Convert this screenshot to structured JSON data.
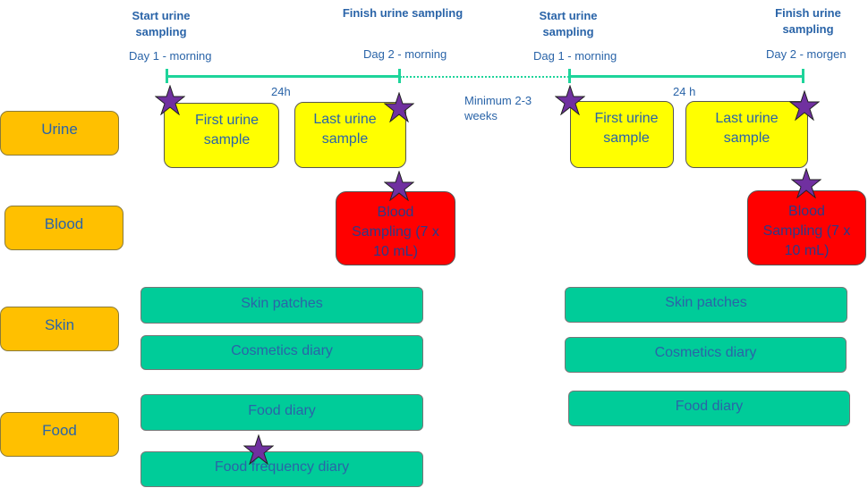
{
  "timeline": {
    "left": {
      "start_heading": "Start urine sampling",
      "start_time": "Day 1 - morning",
      "finish_heading": "Finish urine sampling",
      "finish_time": "Dag 2 - morning",
      "duration": "24h"
    },
    "gap": "Minimum 2-3 weeks",
    "right": {
      "start_heading": "Start urine sampling",
      "start_time": "Dag 1 - morning",
      "finish_heading": "Finish urine sampling",
      "finish_time": "Day 2 - morgen",
      "duration": "24 h"
    }
  },
  "categories": [
    "Urine",
    "Blood",
    "Skin",
    "Food"
  ],
  "urine": {
    "first": "First urine sample",
    "last": "Last urine sample"
  },
  "blood": "Blood Sampling (7 x 10 mL)",
  "skin": {
    "patches": "Skin patches",
    "cosmetics": "Cosmetics diary"
  },
  "food": {
    "diary": "Food diary",
    "frequency": "Food frequency diary"
  },
  "colors": {
    "category": "#ffc000",
    "urine_box": "#ffff00",
    "blood_box": "#ff0000",
    "diary_box": "#00cc99",
    "timeline": "#1ed49a",
    "star": "#7030a0",
    "text": "#2a64a8"
  },
  "icons": {
    "sampling_marker": "star-icon"
  }
}
